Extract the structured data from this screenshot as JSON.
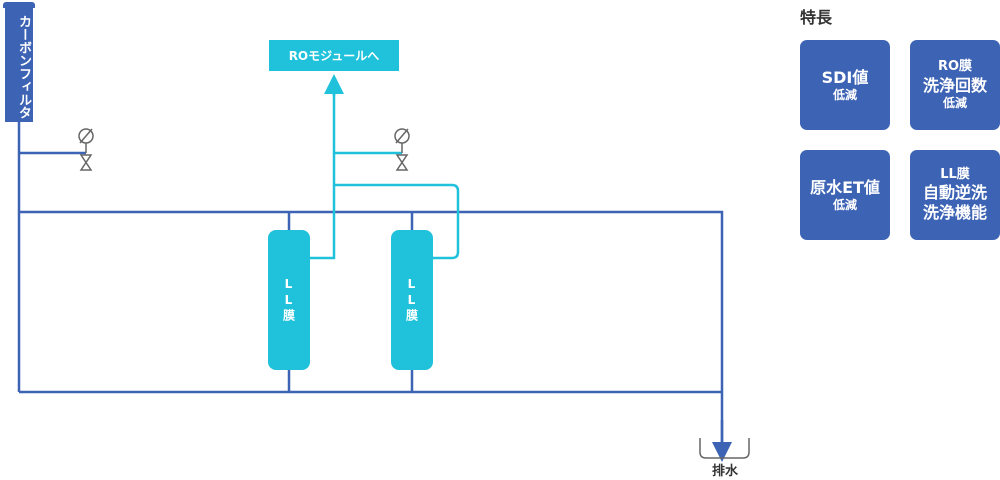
{
  "carbon_filter": {
    "label": "カーボンフィルタ"
  },
  "ro_module": {
    "label": "ROモジュールへ"
  },
  "membranes": [
    {
      "label": "LL膜"
    },
    {
      "label": "LL膜"
    }
  ],
  "drain": {
    "label": "排水"
  },
  "features": {
    "title": "特長",
    "cards": [
      {
        "line1": "SDI値",
        "line2": "",
        "line3": "低減"
      },
      {
        "line1": "RO膜",
        "line2": "洗浄回数",
        "line3": "低減"
      },
      {
        "line1": "原水ET値",
        "line2": "",
        "line3": "低減"
      },
      {
        "line1": "LL膜",
        "line2": "自動逆洗",
        "line3": "洗浄機能"
      }
    ]
  },
  "colors": {
    "pipe_blue": "#3d63b4",
    "pipe_cyan": "#1fc2da",
    "valve_gray": "#666666",
    "card_blue": "#3d63b4"
  }
}
